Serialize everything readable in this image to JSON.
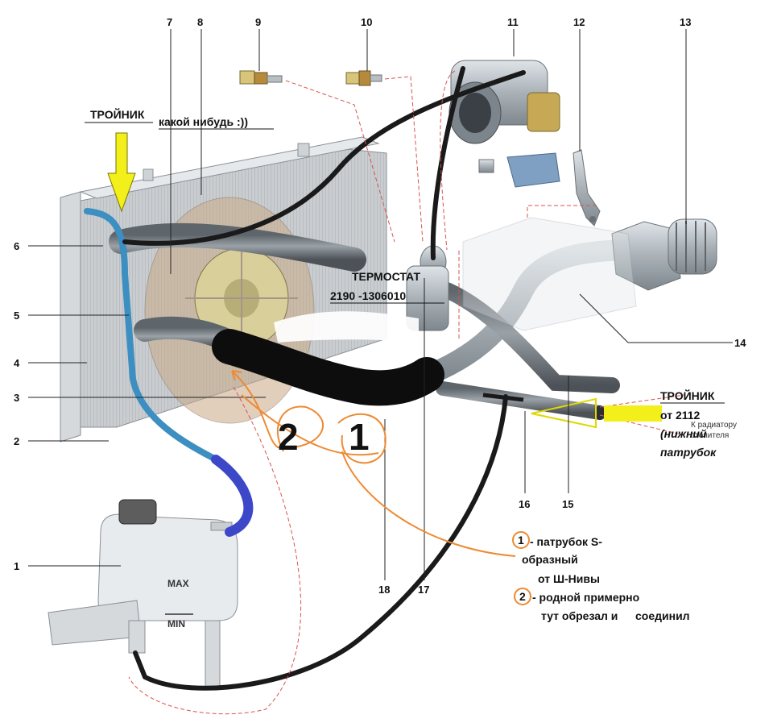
{
  "callouts": [
    "1",
    "2",
    "3",
    "4",
    "5",
    "6",
    "7",
    "8",
    "9",
    "10",
    "11",
    "12",
    "13",
    "14",
    "15",
    "16",
    "17",
    "18"
  ],
  "labels": {
    "tee_top": "ТРОЙНИК",
    "tee_top_note": "какой нибудь :))",
    "thermostat": "ТЕРМОСТАТ",
    "thermostat_code": "2190  -1306010",
    "tee_right": "ТРОЙНИК",
    "tee_right_from": "от 2112",
    "tee_right_lower": "(нижний",
    "tee_right_pipe": "патрубок",
    "to_heater_1": "К радиатору",
    "to_heater_2": "отопителя",
    "tank_max": "MAX",
    "tank_min": "MIN"
  },
  "markers": {
    "m1": "1",
    "m2": "2"
  },
  "legend": {
    "item1_num": "1",
    "item1_line1": "- патрубок S-",
    "item1_line2": "образный",
    "item1_line3": "от Ш-Нивы",
    "item2_num": "2",
    "item2_line1": "- родной примерно",
    "item2_line2": "тут обрезал и",
    "item2_line3": "соединил"
  },
  "colors": {
    "hose_blue": "#3c8fc0",
    "hose_marker": "#3c48c8",
    "hose_black": "#1a1a1a",
    "annotation_orange": "#ee8a33",
    "arrow_yellow": "#f2ef1a",
    "dashed_red": "#d9534f",
    "pipe_grey": "#8c9399"
  }
}
